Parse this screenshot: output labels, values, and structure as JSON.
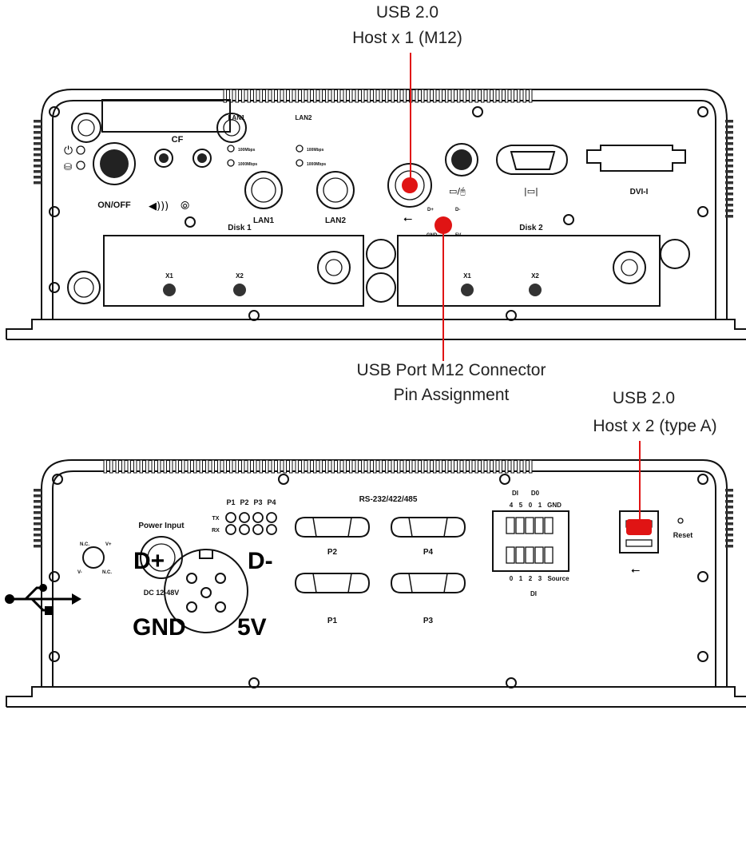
{
  "callouts": {
    "usb_m12_host": {
      "line1": "USB 2.0",
      "line2": "Host x 1 (M12)"
    },
    "usb_m12_pin": {
      "line1": "USB Port M12 Connector",
      "line2": "Pin Assignment"
    },
    "usb_typea_host": {
      "line1": "USB 2.0",
      "line2": "Host x 2 (type A)"
    }
  },
  "front_panel": {
    "cf": "CF",
    "on_off": "ON/OFF",
    "lan1_top": "LAN1",
    "lan2_top": "LAN2",
    "speed_100": "100Mbps",
    "speed_1000": "1000Mbps",
    "lan1": "LAN1",
    "lan2": "LAN2",
    "dvi": "DVI-I",
    "disk1": "Disk 1",
    "disk2": "Disk 2",
    "x1": "X1",
    "x2": "X2",
    "usb_pin_dplus": "D+",
    "usb_pin_dminus": "D-",
    "usb_pin_gnd": "GND",
    "usb_pin_5v": "5V"
  },
  "rear_panel": {
    "power_input": "Power Input",
    "dc_rating": "DC 12-48V",
    "pins": {
      "nc1": "N.C.",
      "vplus": "V+",
      "vminus": "V-",
      "nc2": "N.C."
    },
    "led_cols": [
      "P1",
      "P2",
      "P3",
      "P4"
    ],
    "tx": "TX",
    "rx": "RX",
    "serial_title": "RS-232/422/485",
    "serial_ports": [
      "P2",
      "P4",
      "P1",
      "P3"
    ],
    "di_top": "DI",
    "do_top": "D0",
    "top_nums": [
      "4",
      "5",
      "0",
      "1"
    ],
    "gnd": "GND",
    "bottom_nums": [
      "0",
      "1",
      "2",
      "3"
    ],
    "source": "Source",
    "di_bottom": "DI",
    "reset": "Reset"
  },
  "pin_diagram": {
    "dplus": "D+",
    "dminus": "D-",
    "gnd": "GND",
    "v5": "5V"
  },
  "colors": {
    "accent": "#e01414",
    "line": "#111111"
  }
}
